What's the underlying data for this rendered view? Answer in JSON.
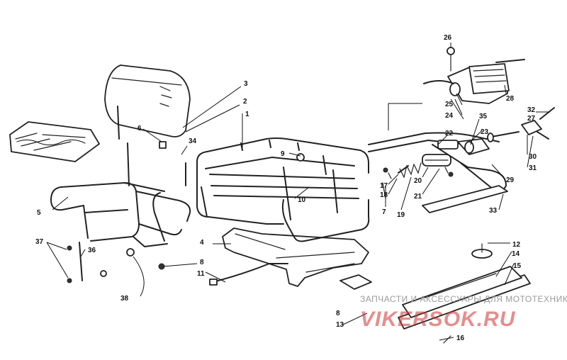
{
  "diagram": {
    "callouts": [
      "1",
      "2",
      "3",
      "4",
      "5",
      "6",
      "7",
      "8",
      "8",
      "9",
      "10",
      "11",
      "12",
      "13",
      "14",
      "15",
      "16",
      "17",
      "18",
      "19",
      "20",
      "21",
      "22",
      "23",
      "24",
      "25",
      "26",
      "27",
      "28",
      "29",
      "30",
      "31",
      "32",
      "33",
      "34",
      "35",
      "36",
      "37",
      "38"
    ]
  },
  "watermark": {
    "caption": "ЗАПЧАСТИ И АКСЕССУАРЫ ДЛЯ МОТОТЕХНИКИ",
    "brand": "VIKERSOK.RU"
  }
}
